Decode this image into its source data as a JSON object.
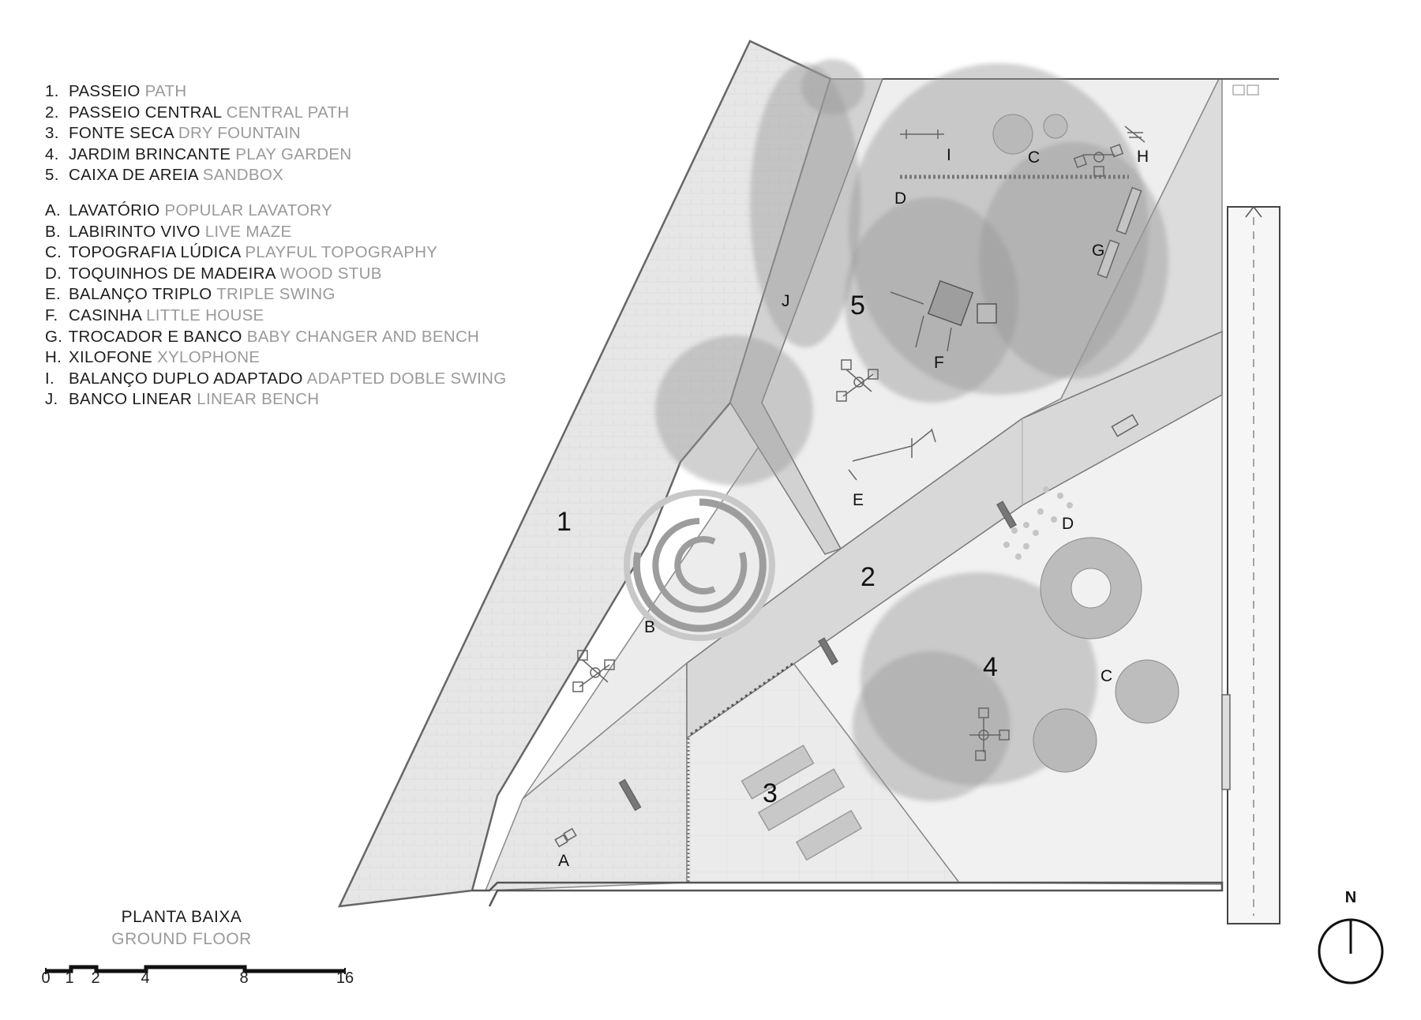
{
  "legend": {
    "zones": [
      {
        "key": "1.",
        "pt": "PASSEIO",
        "en": "PATH"
      },
      {
        "key": "2.",
        "pt": "PASSEIO CENTRAL",
        "en": "CENTRAL PATH"
      },
      {
        "key": "3.",
        "pt": "FONTE SECA",
        "en": "DRY FOUNTAIN"
      },
      {
        "key": "4.",
        "pt": "JARDIM BRINCANTE",
        "en": "PLAY GARDEN"
      },
      {
        "key": "5.",
        "pt": "CAIXA DE AREIA",
        "en": "SANDBOX"
      }
    ],
    "elements": [
      {
        "key": "A.",
        "pt": "LAVATÓRIO",
        "en": "POPULAR LAVATORY"
      },
      {
        "key": "B.",
        "pt": "LABIRINTO VIVO",
        "en": "LIVE MAZE"
      },
      {
        "key": "C.",
        "pt": "TOPOGRAFIA LÚDICA",
        "en": "PLAYFUL TOPOGRAPHY"
      },
      {
        "key": "D.",
        "pt": "TOQUINHOS DE MADEIRA",
        "en": "WOOD STUB"
      },
      {
        "key": "E.",
        "pt": "BALANÇO TRIPLO",
        "en": "TRIPLE SWING"
      },
      {
        "key": "F.",
        "pt": "CASINHA",
        "en": "LITTLE HOUSE"
      },
      {
        "key": "G.",
        "pt": "TROCADOR E BANCO",
        "en": "BABY CHANGER AND BENCH"
      },
      {
        "key": "H.",
        "pt": "XILOFONE",
        "en": "XYLOPHONE"
      },
      {
        "key": "I.",
        "pt": "BALANÇO DUPLO ADAPTADO",
        "en": "ADAPTED DOBLE SWING"
      },
      {
        "key": "J.",
        "pt": "BANCO LINEAR",
        "en": "LINEAR BENCH"
      }
    ]
  },
  "title": {
    "pt": "PLANTA BAIXA",
    "en": "GROUND FLOOR"
  },
  "scale_bar": {
    "labels": [
      "0",
      "1",
      "2",
      "4",
      "8",
      "16"
    ]
  },
  "north_label": "N",
  "plan_labels": {
    "zone_1": "1",
    "zone_2": "2",
    "zone_3": "3",
    "zone_4": "4",
    "zone_5": "5",
    "a": "A",
    "b": "B",
    "c_top": "C",
    "c_right": "C",
    "d_top": "D",
    "d_right": "D",
    "e": "E",
    "f": "F",
    "g": "G",
    "h": "H",
    "i": "I",
    "j": "J"
  },
  "colors": {
    "path": "#e6e6e6",
    "central_path": "#d6d6d6",
    "sandbox": "#ededed",
    "garden": "#f0f0f0",
    "fountain": "#e9e9e9",
    "tree": "#9a9a9a",
    "outline": "#8a8a8a",
    "ink": "#1e1e1e",
    "muted": "#9a9a9a"
  }
}
